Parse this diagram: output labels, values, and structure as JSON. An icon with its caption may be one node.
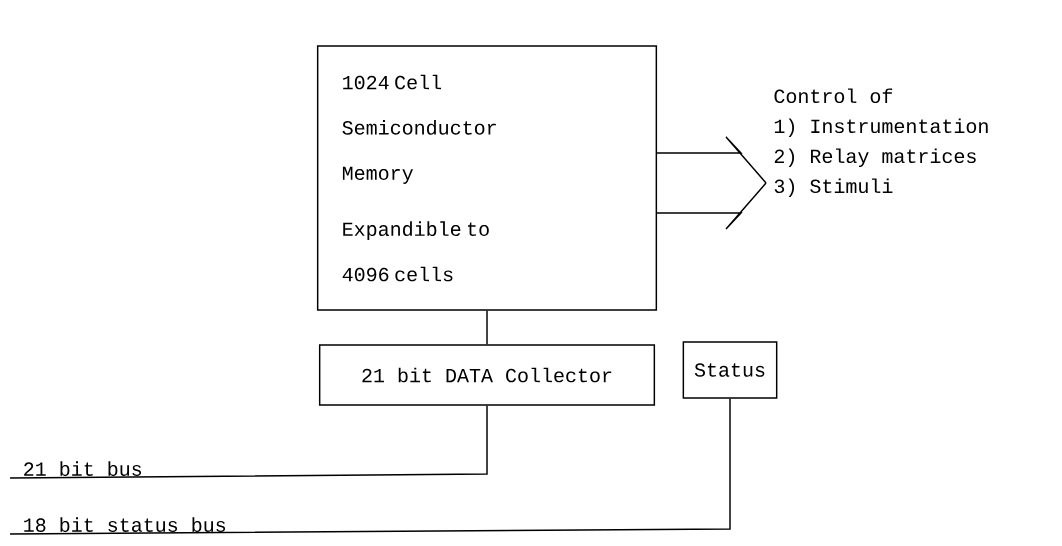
{
  "diagram": {
    "nodes": [
      {
        "text": [
          "1024 Cell Semiconductor Memory",
          "Expandible to 4096 cells"
        ]
      },
      {
        "text": [
          "Control of",
          "1) Instrumentation",
          "2) Relay matrices",
          "3) Stimuli"
        ]
      },
      {
        "text": [
          "21 bit DATA Collector"
        ]
      },
      {
        "text": [
          "Status"
        ]
      }
    ],
    "edges": [
      {
        "from": 0,
        "to": 1,
        "arrow": "none"
      },
      {
        "from": 0,
        "to": 1,
        "arrow": "none"
      },
      {
        "from": 0,
        "to": 2,
        "arrow": "none"
      },
      {
        "from": 2,
        "to": null,
        "arrow": "none",
        "label": "21 bit bus"
      },
      {
        "from": 3,
        "to": null,
        "arrow": "none",
        "label": "18 bit status bus"
      }
    ]
  }
}
